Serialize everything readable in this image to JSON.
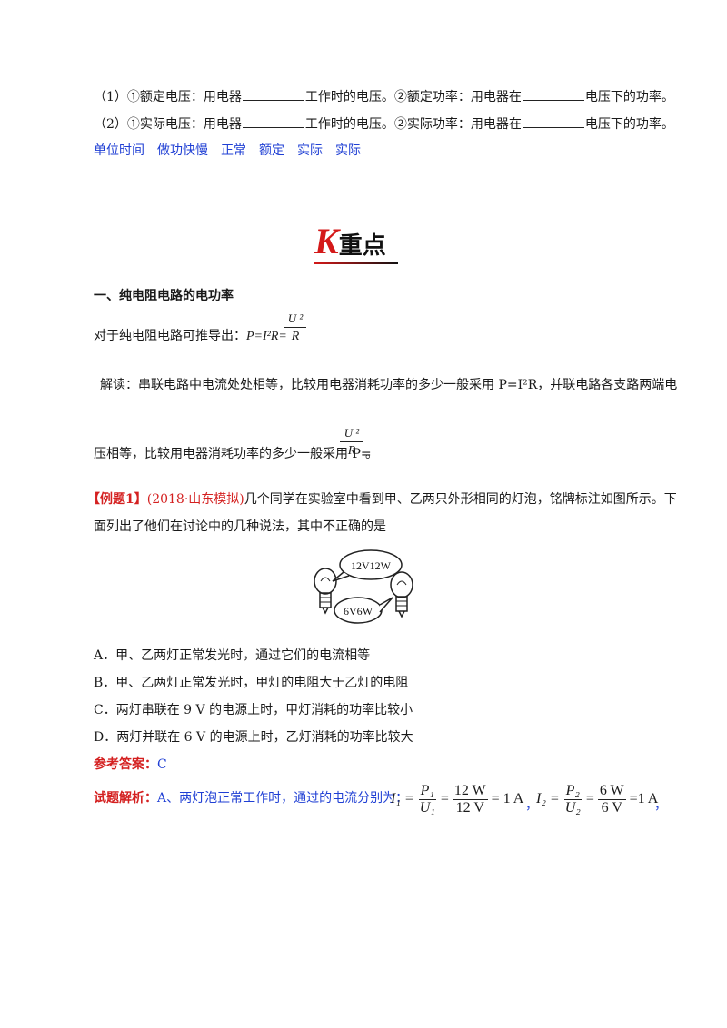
{
  "fill": {
    "line1": {
      "a": "（1）①额定电压：用电器",
      "b": "工作时的电压。②额定功率：用电器在",
      "c": "电压下的功率。"
    },
    "line2": {
      "a": "（2）①实际电压：用电器",
      "b": "工作时的电压。②实际功率：用电器在",
      "c": "电压下的功率。"
    },
    "answers": [
      "单位时间",
      "做功快慢",
      "正常",
      "额定",
      "实际",
      "实际"
    ]
  },
  "heading": {
    "k": "K",
    "text": "重点"
  },
  "section1": {
    "title": "一、纯电阻电路的电功率",
    "derive_prefix": "对于纯电阻电路可推导出：",
    "formula_main": "P=I²R=",
    "frac_num": "U ²",
    "frac_den": "R",
    "explain_line1": "解读：串联电路中电流处处相等，比较用电器消耗功率的多少一般采用 P=I²R，并联电路各支路两端电",
    "explain_line2_prefix": "压相等，比较用电器消耗功率的多少一般采用 P=",
    "explain_frac_num": "U ²",
    "explain_frac_den": "R",
    "explain_line2_suffix": "。"
  },
  "example": {
    "tag": "【例题1】",
    "source": "(2018·山东模拟)",
    "text1": "几个同学在实验室中看到甲、乙两只外形相同的灯泡，铭牌标注如图所示。下",
    "text2": "面列出了他们在讨论中的几种说法，其中不正确的是",
    "bulb_label_1": "12V12W",
    "bulb_label_2": "6V6W",
    "options": [
      "A．甲、乙两灯正常发光时，通过它们的电流相等",
      "B．甲、乙两灯正常发光时，甲灯的电阻大于乙灯的电阻",
      "C．两灯串联在 9 V 的电源上时，甲灯消耗的功率比较小",
      "D．两灯并联在 6 V 的电源上时，乙灯消耗的功率比较大"
    ],
    "answer_label": "参考答案：",
    "answer_value": "C",
    "analysis_label": "试题解析：",
    "analysis_text": "A、两灯泡正常工作时，通过的电流分别为：",
    "f1_lhs": "I₁ =",
    "f1_num": "P₁",
    "f1_den": "U₁",
    "f1_eq": "=",
    "f1_num2": "12 W",
    "f1_den2": "12 V",
    "f1_res": "= 1 A",
    "sep": "，",
    "f2_lhs": "I₂ =",
    "f2_num": "P₂",
    "f2_den": "U₂",
    "f2_eq": "=",
    "f2_num2": "6 W",
    "f2_den2": "6 V",
    "f2_res": "=1 A",
    "end": "，"
  }
}
